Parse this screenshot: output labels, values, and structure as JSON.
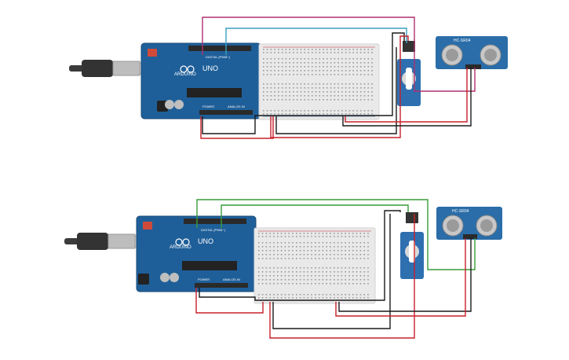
{
  "colors": {
    "board": "#1f5f99",
    "board_dark": "#174a78",
    "header": "#2a2a2a",
    "breadboard": "#e9e9e9",
    "breadboard_edge": "#d2d2d2",
    "servo": "#2e6fb0",
    "sensor": "#2a6da8",
    "transducer": "#c8c8c8",
    "usb_cable": "#3b3b3b",
    "usb_plug": "#bdbdbd",
    "wire_red": "#c8202a",
    "wire_black": "#1a1a1a",
    "wire_magenta": "#b0306f",
    "wire_cyan": "#3aa0c0",
    "wire_green": "#3a9c3a",
    "wire_orange": "#d98a1a"
  },
  "circuits": [
    {
      "board": {
        "brand": "ARDUINO",
        "model": "UNO",
        "digital_label": "DIGITAL (PWM~)",
        "analog_label": "ANALOG IN",
        "power_label": "POWER"
      },
      "sensor_label": "HC-SR04",
      "signal_wire": "wire_magenta",
      "aux_wire": "wire_cyan"
    },
    {
      "board": {
        "brand": "ARDUINO",
        "model": "UNO",
        "digital_label": "DIGITAL (PWM~)",
        "analog_label": "ANALOG IN",
        "power_label": "POWER"
      },
      "sensor_label": "HC-SR04",
      "signal_wire": "wire_green",
      "aux_wire": "wire_green"
    }
  ]
}
